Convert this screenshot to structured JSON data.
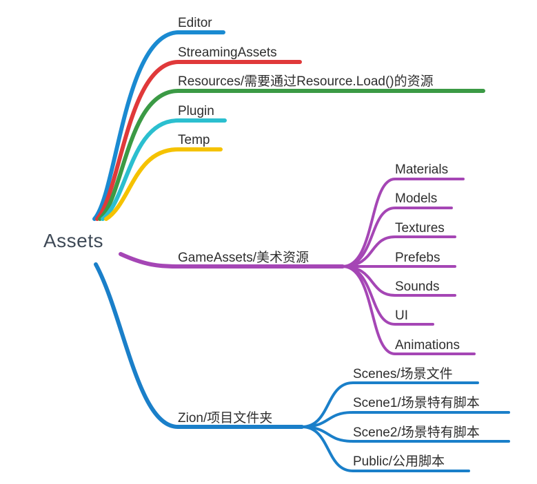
{
  "root": {
    "label": "Assets"
  },
  "colors": {
    "blue": "#1a8ad1",
    "red": "#e0393a",
    "green": "#3b9a45",
    "cyan": "#2bbfcf",
    "yellow": "#f5c200",
    "purple": "#a546b5",
    "zion_blue": "#1a7fc9"
  },
  "branches": {
    "editor": "Editor",
    "streaming": "StreamingAssets",
    "resources": "Resources/需要通过Resource.Load()的资源",
    "plugin": "Plugin",
    "temp": "Temp",
    "gameassets": "GameAssets/美术资源",
    "zion": "Zion/项目文件夹"
  },
  "gameassets_children": [
    "Materials",
    "Models",
    "Textures",
    "Prefebs",
    "Sounds",
    "UI",
    "Animations"
  ],
  "zion_children": [
    "Scenes/场景文件",
    "Scene1/场景特有脚本",
    "Scene2/场景特有脚本",
    "Public/公用脚本"
  ]
}
